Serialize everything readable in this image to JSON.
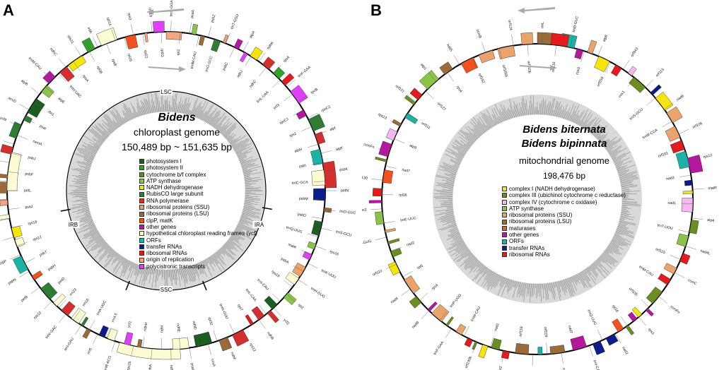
{
  "panel_a": {
    "letter": "A",
    "title": "Bidens",
    "subtitle": "chloroplast genome",
    "size_range": "150,489 bp ~ 151,635 bp",
    "regions": [
      {
        "label": "LSC"
      },
      {
        "label": "IRB"
      },
      {
        "label": "SSC"
      },
      {
        "label": "IRA"
      }
    ],
    "legend": [
      {
        "label": "photosystem I",
        "color": "#1b5e20"
      },
      {
        "label": "photosystem II",
        "color": "#33a02c"
      },
      {
        "label": "cytochrome b/f complex",
        "color": "#6b8e23"
      },
      {
        "label": "ATP synthase",
        "color": "#8bc34a"
      },
      {
        "label": "NADH dehydrogenase",
        "color": "#f5e50a"
      },
      {
        "label": "RubisCO large subunit",
        "color": "#2e7d32"
      },
      {
        "label": "RNA polymerase",
        "color": "#d32f2f"
      },
      {
        "label": "ribosomal proteins (SSU)",
        "color": "#e9a36b"
      },
      {
        "label": "ribosomal proteins (LSU)",
        "color": "#9c6b3a"
      },
      {
        "label": "clpP, matK",
        "color": "#f4511e"
      },
      {
        "label": "other genes",
        "color": "#b5179e"
      },
      {
        "label": "hypothetical chloroplast reading frames (ycf)",
        "color": "#fdfbd4"
      },
      {
        "label": "ORFs",
        "color": "#1ab3a6"
      },
      {
        "label": "transfer RNAs",
        "color": "#0d1b8c"
      },
      {
        "label": "ribosomal RNAs",
        "color": "#e41a1c"
      },
      {
        "label": "origin of replication",
        "color": "#f4a582"
      },
      {
        "label": "polycistronic transcripts",
        "color": "#e040fb"
      }
    ],
    "gene_labels": [
      "trnS-GGA",
      "rpl2",
      "psaA",
      "trnfM-CAU",
      "psbZ",
      "trnG-GCC",
      "trnT-GGU",
      "psbC",
      "atpA",
      "ndhJ",
      "ndhK",
      "ndhC",
      "rps4",
      "trnL-UAA",
      "trnF-GAA",
      "ycf3",
      "rpoB",
      "rpoC1",
      "rpoC2",
      "rps2",
      "atpI",
      "atpH",
      "atpF",
      "psbI",
      "psbK",
      "trnC-GCA",
      "petN",
      "psbM",
      "trnD-GUC",
      "psbD",
      "trnS-GCU",
      "trnQ-UUG",
      "rps16",
      "matK",
      "trnK-UUU",
      "psbA",
      "trnH-GUG",
      "rps19",
      "rpl2",
      "trnI-CAU",
      "ycf2",
      "trnL-CAA",
      "ndhB",
      "rps7",
      "rps12",
      "trnN-GUU",
      "ndhF",
      "rpl32",
      "ccsA",
      "ndhD",
      "psaC",
      "ndhE",
      "ndhG",
      "ndhI",
      "ndhA",
      "ndhH",
      "rps15",
      "ycf1",
      "trnR-ACG",
      "rrn4.5",
      "rrn5",
      "trnA-UGC",
      "trnI-GAU",
      "rrn16",
      "trnV-GAC",
      "rrn23",
      "rps12",
      "petD",
      "petB",
      "psbH",
      "psbN",
      "psbT",
      "clpP",
      "rps12",
      "rpl20",
      "rps18",
      "rpl33",
      "psaJ",
      "petG",
      "petL",
      "psbE",
      "psbF",
      "psbL",
      "psbJ",
      "petA",
      "cemA",
      "ycf4",
      "psaI",
      "accD",
      "rbcL",
      "atpB",
      "atpE",
      "trnM-CAU",
      "trnV-UAC",
      "ndhC",
      "rpoA",
      "rps11",
      "rpl36",
      "infA",
      "rps8",
      "rpl14",
      "rpl16",
      "rps3",
      "rpl22",
      "rps19",
      "rpl23"
    ]
  },
  "panel_b": {
    "letter": "B",
    "title_line1": "Bidens biternata",
    "title_line2": "Bidens bipinnata",
    "subtitle": "mitochondrial genome",
    "size": "198,476 bp",
    "legend": [
      {
        "label": "complex I (NADH dehydrogenase)",
        "color": "#f5e50a"
      },
      {
        "label": "complex III (ubichinol cytochrome c reductase)",
        "color": "#6b8e23"
      },
      {
        "label": "complex IV (cytochrome c oxidase)",
        "color": "#f5b7f0"
      },
      {
        "label": "ATP synthase",
        "color": "#8bc34a"
      },
      {
        "label": "ribosomal proteins (SSU)",
        "color": "#e9a36b"
      },
      {
        "label": "ribosomal proteins (LSU)",
        "color": "#9c6b3a"
      },
      {
        "label": "maturases",
        "color": "#f4511e"
      },
      {
        "label": "other genes",
        "color": "#b5179e"
      },
      {
        "label": "ORFs",
        "color": "#1ab3a6"
      },
      {
        "label": "transfer RNAs",
        "color": "#0d1b8c"
      },
      {
        "label": "ribosomal RNAs",
        "color": "#e41a1c"
      }
    ],
    "gene_labels": [
      "rrnL",
      "orf116",
      "trnD-GUC",
      "cox3",
      "atp8",
      "orf258",
      "orf943",
      "cox1",
      "orf113",
      "trnS-GCU",
      "nad6",
      "trnW-CCA",
      "orf106",
      "orf101",
      "rps12",
      "nad3",
      "matR",
      "nad1",
      "atp4",
      "trnT-UGU",
      "nad4L",
      "orf115",
      "ccmC",
      "trnM-CAU",
      "ccmFn",
      "orf105",
      "rps3",
      "rpl16",
      "nad2",
      "trnQ-UUG",
      "trnI-CAU",
      "nad7",
      "orf100b",
      "orf229",
      "trnG-GCC",
      "orf118",
      "cox2",
      "nad1",
      "orf130b",
      "trnM-CAU",
      "trnF-GAA",
      "trnP-UGG",
      "nad9",
      "rps4",
      "nad4",
      "rpl5",
      "orf110",
      "nad2",
      "trnM-GUG",
      "trnE-UUC",
      "rps3",
      "rpl16",
      "orf130",
      "nad7",
      "ccmFn",
      "atp9",
      "rps13",
      "orf111",
      "orf121",
      "orf127",
      "atp1",
      "rps4",
      "nad5",
      "orf152",
      "ccmB",
      "orf106b",
      "orf124",
      "orf110b"
    ]
  }
}
